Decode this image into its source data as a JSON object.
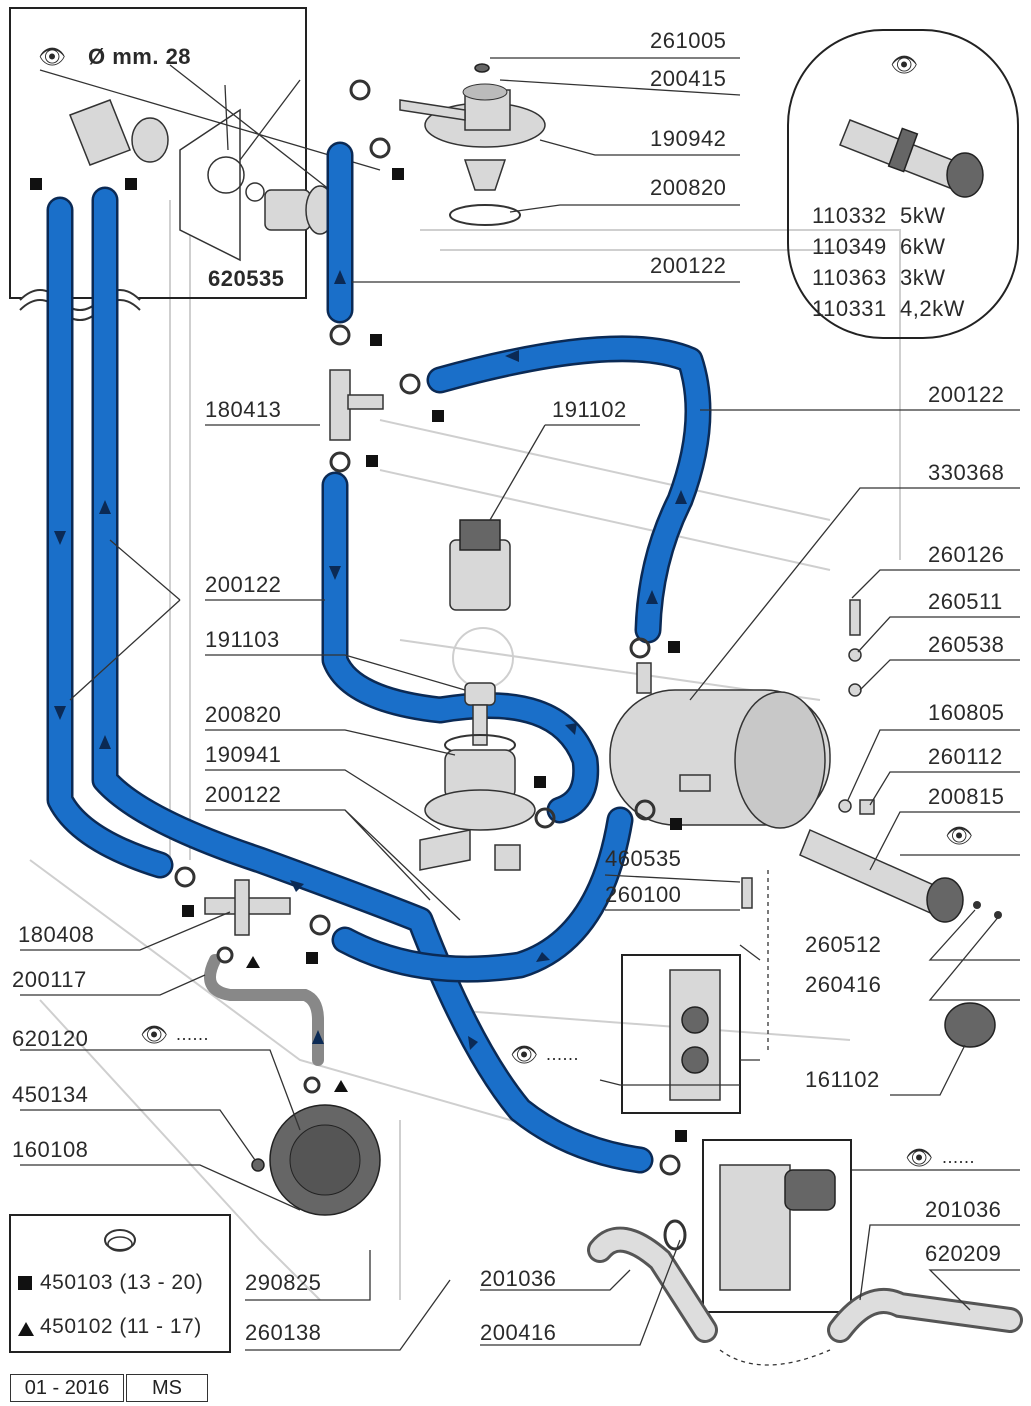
{
  "inset_top_left": {
    "diameter_label": "Ø mm. 28",
    "part_number": "620535"
  },
  "part_labels": {
    "p261005": "261005",
    "p200415": "200415",
    "p190942": "190942",
    "p200820_top": "200820",
    "p200122_top": "200122",
    "p200122_right": "200122",
    "p180413": "180413",
    "p191102": "191102",
    "p330368": "330368",
    "p260126": "260126",
    "p260511": "260511",
    "p260538": "260538",
    "p200122_left": "200122",
    "p191103": "191103",
    "p160805": "160805",
    "p200820_mid": "200820",
    "p260112": "260112",
    "p190941": "190941",
    "p200815": "200815",
    "p200122_mid": "200122",
    "p460535": "460535",
    "p260100": "260100",
    "p180408": "180408",
    "p260512": "260512",
    "p200117": "200117",
    "p260416": "260416",
    "p620120": "620120",
    "p161102": "161102",
    "p450134": "450134",
    "p160108": "160108",
    "p201036_right": "201036",
    "p620209": "620209",
    "p290825": "290825",
    "p201036_left": "201036",
    "p260138": "260138",
    "p200416": "200416"
  },
  "heater_variants": [
    {
      "code": "110332",
      "power": "5kW"
    },
    {
      "code": "110349",
      "power": "6kW"
    },
    {
      "code": "110363",
      "power": "3kW"
    },
    {
      "code": "110331",
      "power": "4,2kW"
    }
  ],
  "legend": {
    "square_item": "450103 (13 - 20)",
    "triangle_item": "450102 (11 - 17)"
  },
  "dots": "......",
  "footer": {
    "date": "01 - 2016",
    "code": "MS"
  },
  "colors": {
    "hose": "#1a6fc9",
    "hose_outline": "#0b2a55",
    "ghost": "#cfcfcf"
  },
  "icons": [
    "eye-icon",
    "clamp-icon",
    "square-marker",
    "triangle-marker"
  ]
}
